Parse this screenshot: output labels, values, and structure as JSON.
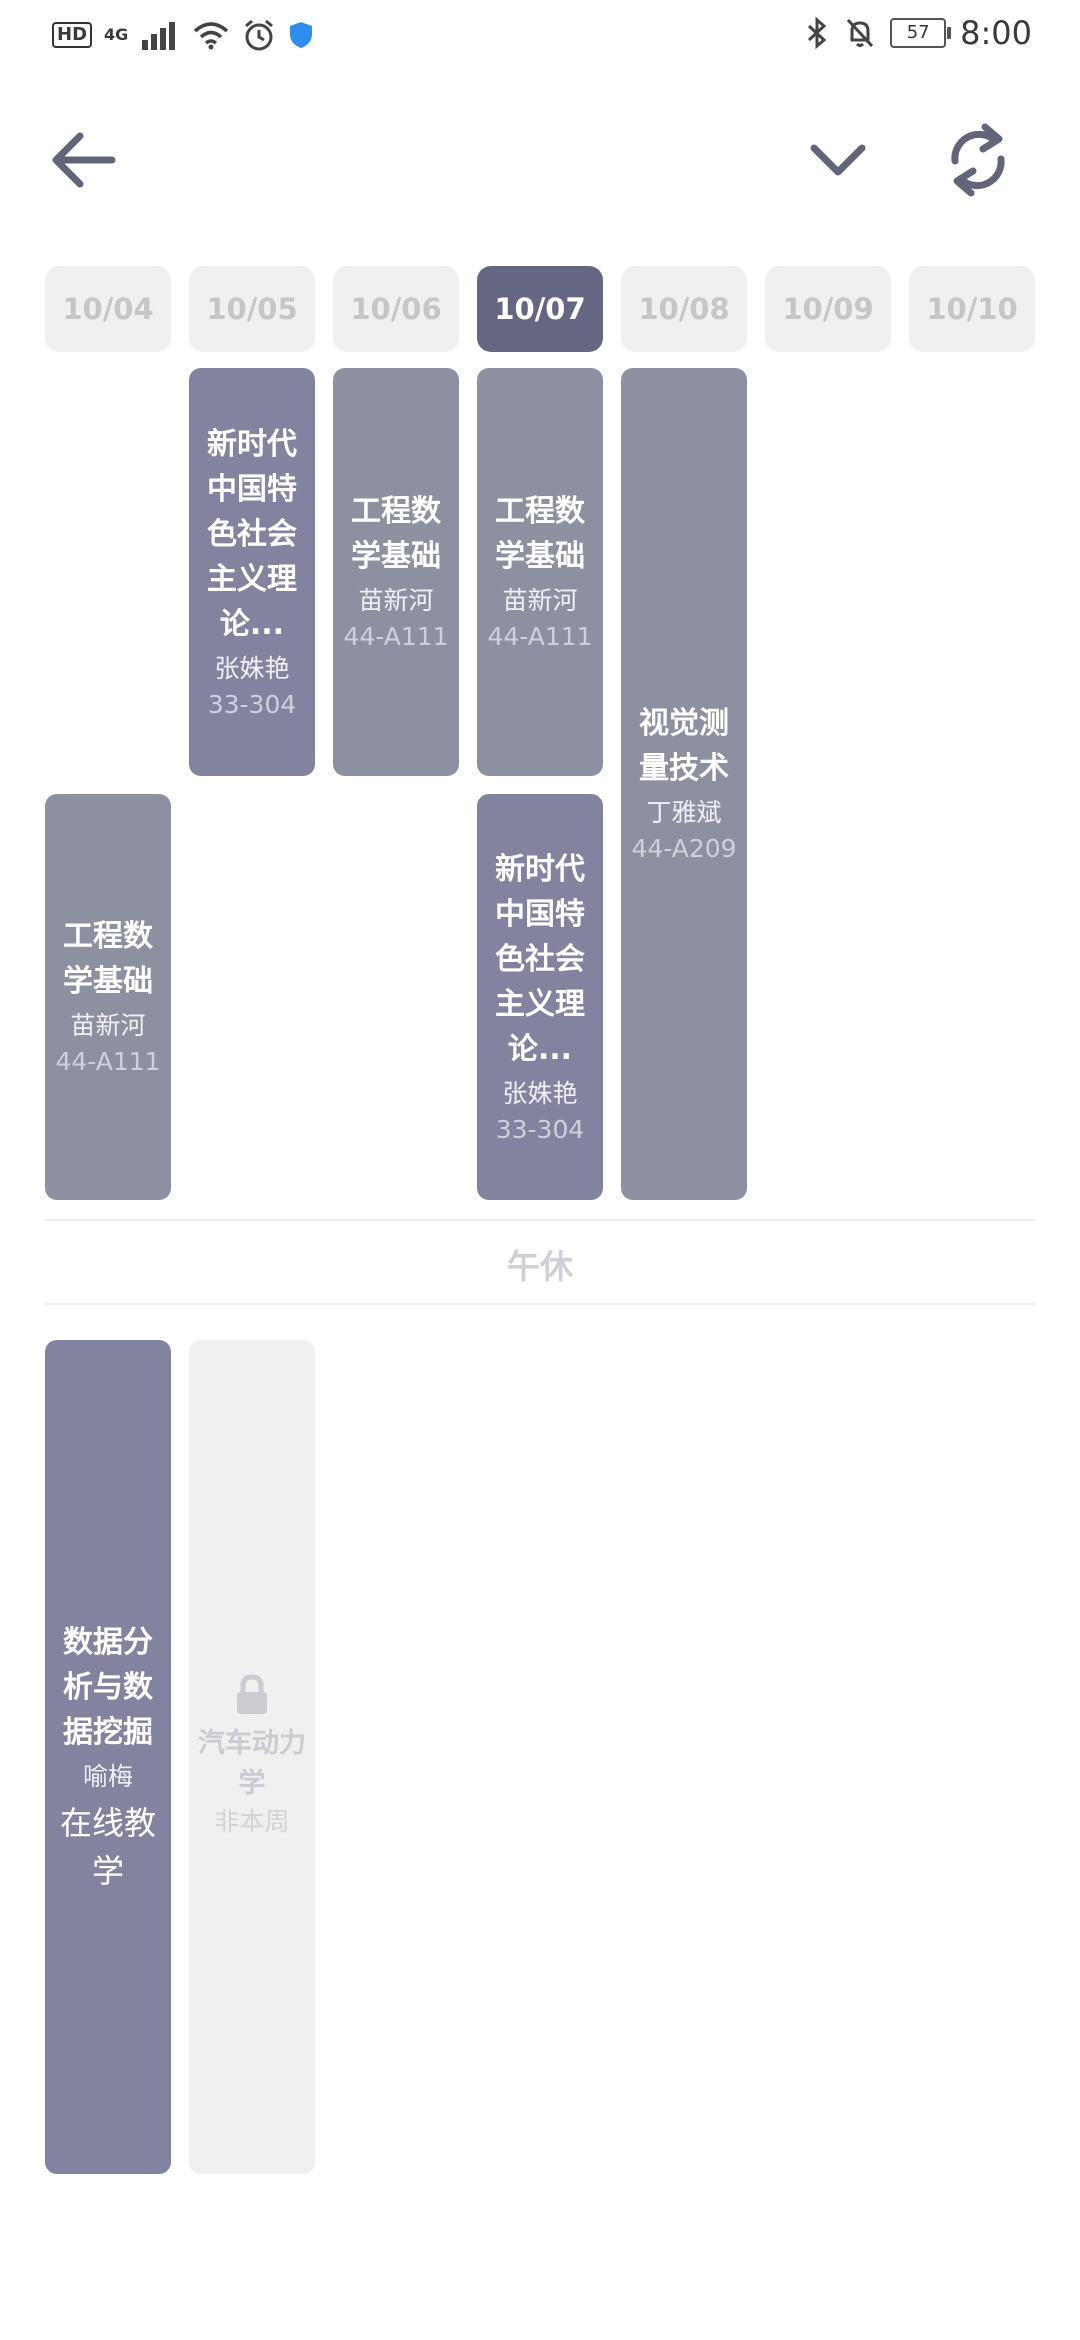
{
  "status_bar": {
    "hd": "HD",
    "network": "4G",
    "battery": "57",
    "time": "8:00"
  },
  "header": {
    "back_icon": "arrow-left-icon",
    "dropdown_icon": "chevron-down-icon",
    "refresh_icon": "refresh-icon"
  },
  "dates": [
    "10/04",
    "10/05",
    "10/06",
    "10/07",
    "10/08",
    "10/09",
    "10/10"
  ],
  "active_date": "10/07",
  "courses": [
    {
      "title": "新时代中国特色社会主义理论...",
      "teacher": "张姝艳",
      "room": "33-304"
    },
    {
      "title": "工程数学基础",
      "teacher": "苗新河",
      "room": "44-A111"
    },
    {
      "title": "工程数学基础",
      "teacher": "苗新河",
      "room": "44-A111"
    },
    {
      "title": "视觉测量技术",
      "teacher": "丁雅斌",
      "room": "44-A209"
    },
    {
      "title": "工程数学基础",
      "teacher": "苗新河",
      "room": "44-A111"
    },
    {
      "title": "新时代中国特色社会主义理论...",
      "teacher": "张姝艳",
      "room": "33-304"
    },
    {
      "title": "数据分析与数据挖掘",
      "teacher": "喻梅",
      "mode": "在线教学"
    },
    {
      "title": "汽车动力学",
      "note": "非本周"
    }
  ],
  "lunch_break": "午休",
  "colors": {
    "active_date": "#656681",
    "course_purple": "#8383a0",
    "course_gray": "#8d90a1",
    "disabled": "#f0f0f0"
  }
}
